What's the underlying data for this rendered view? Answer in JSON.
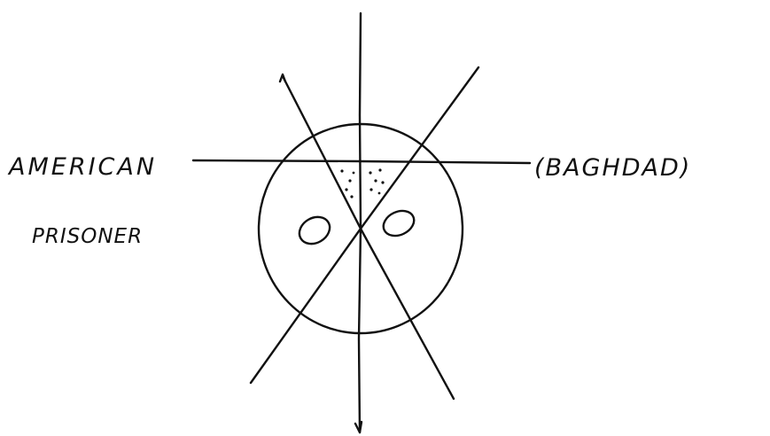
{
  "labels": {
    "left_top": "AMERICAN",
    "left_bottom": "PRISONER",
    "right": "(BAGHDAD)"
  },
  "colors": {
    "ink": "#111111",
    "paper": "#ffffff"
  }
}
